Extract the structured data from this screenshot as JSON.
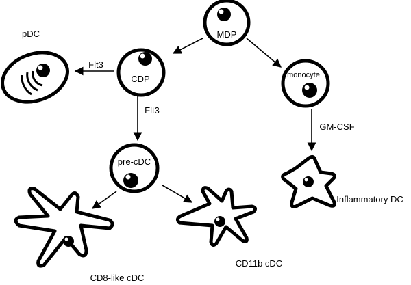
{
  "colors": {
    "stroke": "#000000",
    "fill": "#ffffff"
  },
  "cells": {
    "mdp": "MDP",
    "cdp": "CDP",
    "monocyte": "monocyte",
    "pdc": "pDC",
    "pre_cdc": "pre-cDC",
    "cd8_cdc": "CD8-like cDC",
    "cd11b_cdc": "CD11b cDC",
    "inflammatory_dc": "Inflammatory DC"
  },
  "factors": {
    "cdp_to_pdc": "Flt3",
    "cdp_to_precdc": "Flt3",
    "monocyte_to_inflammatory": "GM-CSF"
  }
}
